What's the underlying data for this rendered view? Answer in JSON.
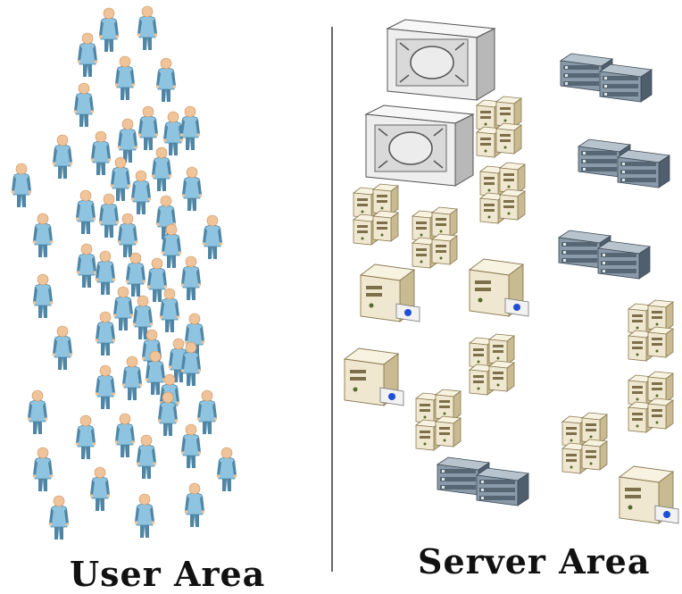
{
  "labels": {
    "user_area": "User Area",
    "server_area": "Server Area"
  },
  "colors": {
    "background": "#ffffff",
    "divider": "#333333",
    "person_body": "#8ec4e0",
    "person_shade": "#4f86a6",
    "person_head": "#f0c49a",
    "tower_face": "#efe7cf",
    "tower_side": "#c9bb91",
    "rack_face": "#8a9aa8",
    "rack_dark": "#4f5f6d",
    "cabinet_face": "#eeeeee",
    "cabinet_side": "#b8b8b8",
    "badge_blue": "#1f4fd8",
    "caption": "#111111"
  },
  "icons": {
    "user": "user-icon",
    "divider": "divider-line",
    "server_cabinet": "server-cabinet-icon",
    "rack_server": "rack-server-icon",
    "tower_cluster": "tower-cluster-icon",
    "workstation": "workstation-icon"
  }
}
